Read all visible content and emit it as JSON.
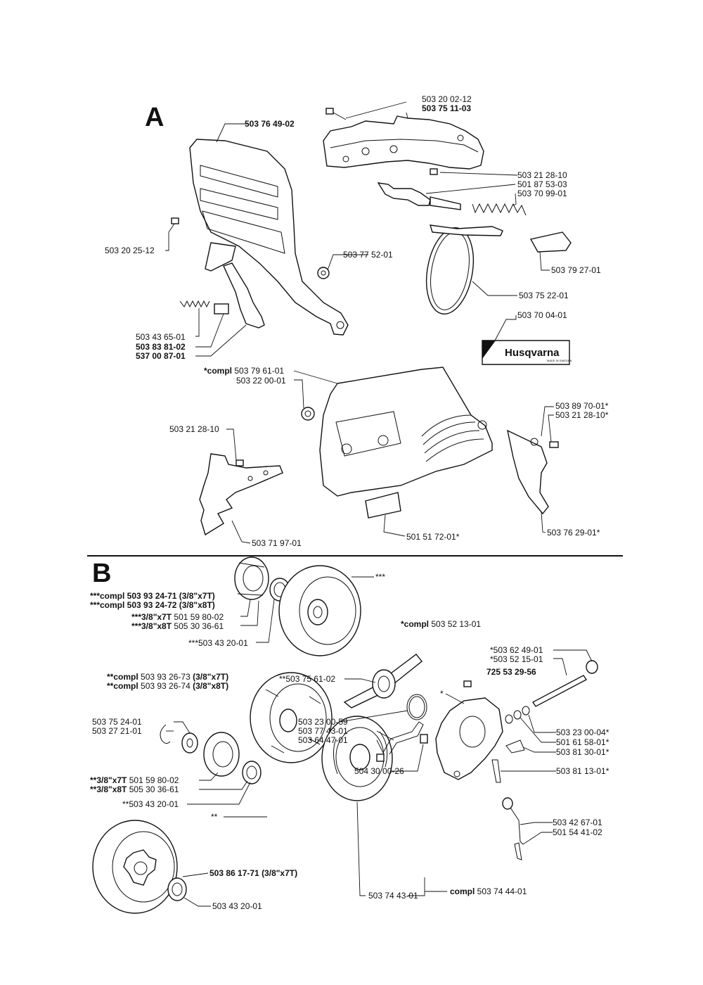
{
  "sections": {
    "a": "A",
    "b": "B"
  },
  "logo": {
    "brand": "Husqvarna",
    "small_print": "MADE IN SWEDEN"
  },
  "labels_a": [
    {
      "id": "a1",
      "text": "503 20 02-12",
      "bold": false
    },
    {
      "id": "a2",
      "text": "503 75 11-03",
      "bold": true
    },
    {
      "id": "a3",
      "text": "503 76 49-02",
      "bold": true
    },
    {
      "id": "a4",
      "text": "503 21 28-10",
      "bold": false
    },
    {
      "id": "a5",
      "text": "501 87 53-03",
      "bold": false
    },
    {
      "id": "a6",
      "text": "503 70 99-01",
      "bold": false
    },
    {
      "id": "a7",
      "text": "503 20 25-12",
      "bold": false
    },
    {
      "id": "a8",
      "text": "503 77 52-01",
      "bold": false
    },
    {
      "id": "a9",
      "text": "503 79 27-01",
      "bold": false
    },
    {
      "id": "a10",
      "text": "503 75 22-01",
      "bold": false
    },
    {
      "id": "a11",
      "text": "503 70 04-01",
      "bold": false
    },
    {
      "id": "a12",
      "text": "503 43 65-01",
      "bold": false
    },
    {
      "id": "a13",
      "text": "503 83 81-02",
      "bold": true
    },
    {
      "id": "a14",
      "text": "537 00 87-01",
      "bold": true
    },
    {
      "id": "a15p",
      "text": "*compl",
      "bold": true
    },
    {
      "id": "a15",
      "text": " 503 79 61-01",
      "bold": false
    },
    {
      "id": "a16",
      "text": "503 22 00-01",
      "bold": false
    },
    {
      "id": "a17",
      "text": "503 89 70-01*",
      "bold": false
    },
    {
      "id": "a18",
      "text": "503 21 28-10*",
      "bold": false
    },
    {
      "id": "a19",
      "text": "503 21 28-10",
      "bold": false
    },
    {
      "id": "a20",
      "text": "503 71 97-01",
      "bold": false
    },
    {
      "id": "a21",
      "text": "501 51 72-01*",
      "bold": false
    },
    {
      "id": "a22",
      "text": "503 76 29-01*",
      "bold": false
    }
  ],
  "labels_b": {
    "b1": "***",
    "b2": "***compl 503 93 24-71 (3/8\"x7T)",
    "b3": "***compl 503 93 24-72 (3/8\"x8T)",
    "b4a": "***3/8\"x7T",
    "b4b": " 501 59 80-02",
    "b5a": "***3/8\"x8T",
    "b5b": " 505 30 36-61",
    "b6": "***503 43 20-01",
    "b7a": "*compl",
    "b7b": " 503 52 13-01",
    "b8": "*503 62 49-01",
    "b9": "*503 52 15-01",
    "b10": "725 53 29-56",
    "b11a": "**compl",
    "b11b": " 503 93 26-73 ",
    "b11c": "(3/8\"x7T)",
    "b12a": "**compl",
    "b12b": " 503 93 26-74 ",
    "b12c": "(3/8\"x8T)",
    "b13": "**503 75 61-02",
    "b14": "*",
    "b15": "503 75 24-01",
    "b16": "503 27 21-01",
    "b17": "503 23 00-59",
    "b18": "503 77 43-01",
    "b19": "503 64 47-01",
    "b20": "503 23 00-04*",
    "b21": "501 61 58-01*",
    "b22": "503 81 30-01*",
    "b23": "504 30 00-26",
    "b24": "503 81 13-01*",
    "b25a": "**3/8\"x7T",
    "b25b": " 501 59 80-02",
    "b26a": "**3/8\"x8T",
    "b26b": " 505 30 36-61",
    "b27": "**503 43 20-01",
    "b28": "**",
    "b29": "503 42 67-01",
    "b30": "501 54 41-02",
    "b31": "503 86 17-71 (3/8\"x7T)",
    "b32": "503 74 43-01",
    "b33a": "compl",
    "b33b": " 503 74 44-01",
    "b34": "503 43 20-01"
  }
}
